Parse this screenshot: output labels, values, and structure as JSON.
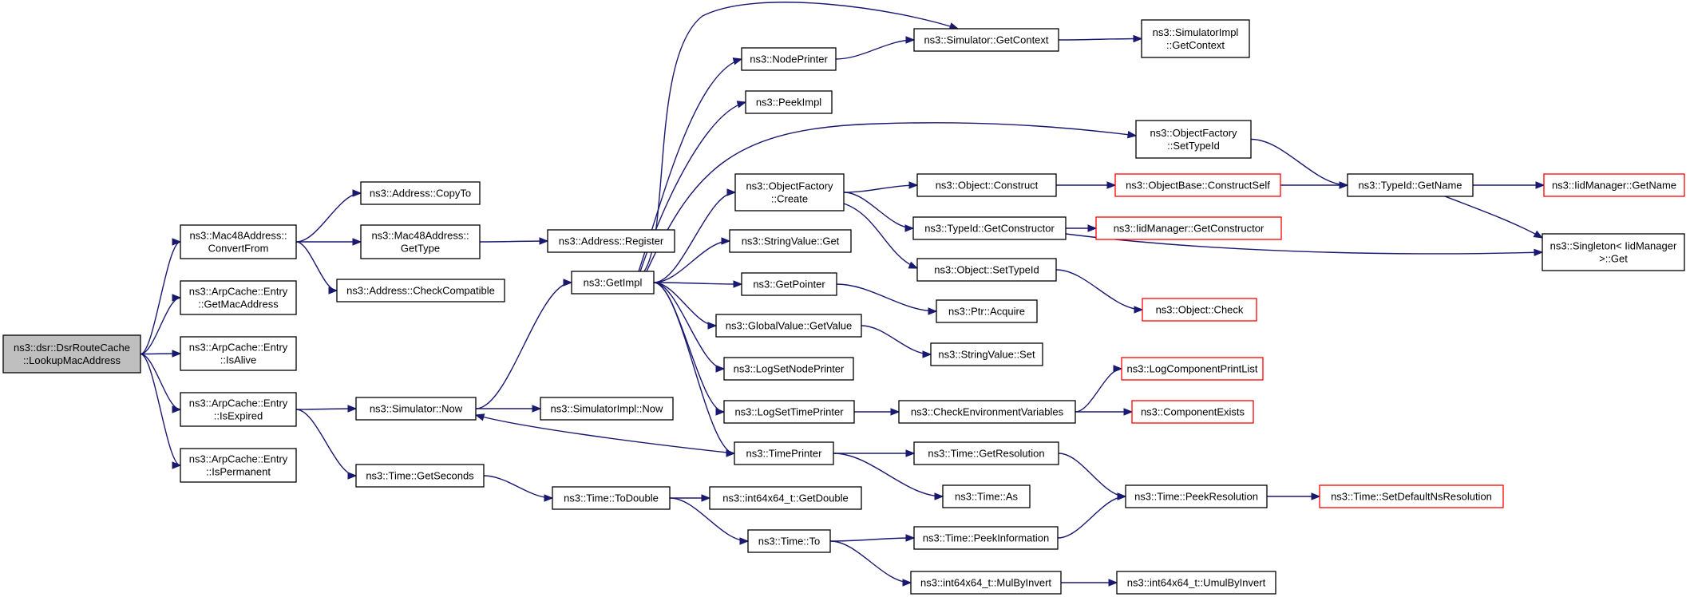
{
  "colors": {
    "edge": "#191970",
    "box_border": "#000000",
    "truncated_border": "#ff0000",
    "root_fill": "#bfbfbf",
    "fill": "#ffffff",
    "text": "#000000"
  },
  "nodes": [
    {
      "id": "root",
      "lines": [
        "ns3::dsr::DsrRouteCache",
        "::LookupMacAddress"
      ],
      "root": true
    },
    {
      "id": "mac48_convertfrom",
      "lines": [
        "ns3::Mac48Address::",
        "ConvertFrom"
      ]
    },
    {
      "id": "arp_getmac",
      "lines": [
        "ns3::ArpCache::Entry",
        "::GetMacAddress"
      ]
    },
    {
      "id": "arp_isalive",
      "lines": [
        "ns3::ArpCache::Entry",
        "::IsAlive"
      ]
    },
    {
      "id": "arp_isexpired",
      "lines": [
        "ns3::ArpCache::Entry",
        "::IsExpired"
      ]
    },
    {
      "id": "arp_ispermanent",
      "lines": [
        "ns3::ArpCache::Entry",
        "::IsPermanent"
      ]
    },
    {
      "id": "addr_copyto",
      "lines": [
        "ns3::Address::CopyTo"
      ]
    },
    {
      "id": "mac48_gettype",
      "lines": [
        "ns3::Mac48Address::",
        "GetType"
      ]
    },
    {
      "id": "addr_checkcompat",
      "lines": [
        "ns3::Address::CheckCompatible"
      ]
    },
    {
      "id": "addr_register",
      "lines": [
        "ns3::Address::Register"
      ]
    },
    {
      "id": "sim_now",
      "lines": [
        "ns3::Simulator::Now"
      ]
    },
    {
      "id": "simimpl_now",
      "lines": [
        "ns3::SimulatorImpl::Now"
      ]
    },
    {
      "id": "time_getseconds",
      "lines": [
        "ns3::Time::GetSeconds"
      ]
    },
    {
      "id": "time_todouble",
      "lines": [
        "ns3::Time::ToDouble"
      ]
    },
    {
      "id": "i64_getdouble",
      "lines": [
        "ns3::int64x64_t::GetDouble"
      ]
    },
    {
      "id": "time_to",
      "lines": [
        "ns3::Time::To"
      ]
    },
    {
      "id": "getimpl",
      "lines": [
        "ns3::GetImpl"
      ]
    },
    {
      "id": "nodeprinter",
      "lines": [
        "ns3::NodePrinter"
      ]
    },
    {
      "id": "peekimpl",
      "lines": [
        "ns3::PeekImpl"
      ]
    },
    {
      "id": "of_create",
      "lines": [
        "ns3::ObjectFactory",
        "::Create"
      ]
    },
    {
      "id": "stringvalue_get",
      "lines": [
        "ns3::StringValue::Get"
      ]
    },
    {
      "id": "getpointer",
      "lines": [
        "ns3::GetPointer"
      ]
    },
    {
      "id": "gv_getvalue",
      "lines": [
        "ns3::GlobalValue::GetValue"
      ]
    },
    {
      "id": "logsetnodeprinter",
      "lines": [
        "ns3::LogSetNodePrinter"
      ]
    },
    {
      "id": "logsettimeprinter",
      "lines": [
        "ns3::LogSetTimePrinter"
      ]
    },
    {
      "id": "timeprinter",
      "lines": [
        "ns3::TimePrinter"
      ]
    },
    {
      "id": "sim_getcontext",
      "lines": [
        "ns3::Simulator::GetContext"
      ]
    },
    {
      "id": "simimpl_getcontext",
      "lines": [
        "ns3::SimulatorImpl",
        "::GetContext"
      ]
    },
    {
      "id": "of_settypeid",
      "lines": [
        "ns3::ObjectFactory",
        "::SetTypeId"
      ]
    },
    {
      "id": "object_construct",
      "lines": [
        "ns3::Object::Construct"
      ]
    },
    {
      "id": "objectbase_constructself",
      "lines": [
        "ns3::ObjectBase::ConstructSelf"
      ],
      "truncated": true
    },
    {
      "id": "typeid_getname",
      "lines": [
        "ns3::TypeId::GetName"
      ]
    },
    {
      "id": "iidmanager_getname",
      "lines": [
        "ns3::IidManager::GetName"
      ],
      "truncated": true
    },
    {
      "id": "typeid_getconstructor",
      "lines": [
        "ns3::TypeId::GetConstructor"
      ]
    },
    {
      "id": "iidmanager_getconstructor",
      "lines": [
        "ns3::IidManager::GetConstructor"
      ],
      "truncated": true
    },
    {
      "id": "singleton_get",
      "lines": [
        "ns3::Singleton< IidManager",
        " >::Get"
      ]
    },
    {
      "id": "object_settypeid",
      "lines": [
        "ns3::Object::SetTypeId"
      ]
    },
    {
      "id": "object_check",
      "lines": [
        "ns3::Object::Check"
      ],
      "truncated": true
    },
    {
      "id": "ptr_acquire",
      "lines": [
        "ns3::Ptr::Acquire"
      ]
    },
    {
      "id": "stringvalue_set",
      "lines": [
        "ns3::StringValue::Set"
      ]
    },
    {
      "id": "checkenv",
      "lines": [
        "ns3::CheckEnvironmentVariables"
      ]
    },
    {
      "id": "logcomponentprintlist",
      "lines": [
        "ns3::LogComponentPrintList"
      ],
      "truncated": true
    },
    {
      "id": "componentexists",
      "lines": [
        "ns3::ComponentExists"
      ],
      "truncated": true
    },
    {
      "id": "time_getresolution",
      "lines": [
        "ns3::Time::GetResolution"
      ]
    },
    {
      "id": "time_as",
      "lines": [
        "ns3::Time::As"
      ]
    },
    {
      "id": "time_peekresolution",
      "lines": [
        "ns3::Time::PeekResolution"
      ]
    },
    {
      "id": "time_setdefaultnsresolution",
      "lines": [
        "ns3::Time::SetDefaultNsResolution"
      ],
      "truncated": true
    },
    {
      "id": "time_peekinformation",
      "lines": [
        "ns3::Time::PeekInformation"
      ]
    },
    {
      "id": "i64_mulbyinvert",
      "lines": [
        "ns3::int64x64_t::MulByInvert"
      ]
    },
    {
      "id": "i64_umulbyinvert",
      "lines": [
        "ns3::int64x64_t::UmulByInvert"
      ]
    }
  ],
  "edges": [
    [
      "root",
      "mac48_convertfrom"
    ],
    [
      "root",
      "arp_getmac"
    ],
    [
      "root",
      "arp_isalive"
    ],
    [
      "root",
      "arp_isexpired"
    ],
    [
      "root",
      "arp_ispermanent"
    ],
    [
      "mac48_convertfrom",
      "addr_copyto"
    ],
    [
      "mac48_convertfrom",
      "mac48_gettype"
    ],
    [
      "mac48_convertfrom",
      "addr_checkcompat"
    ],
    [
      "mac48_gettype",
      "addr_register"
    ],
    [
      "arp_isexpired",
      "sim_now"
    ],
    [
      "arp_isexpired",
      "time_getseconds"
    ],
    [
      "sim_now",
      "simimpl_now"
    ],
    [
      "sim_now",
      "getimpl"
    ],
    [
      "time_getseconds",
      "time_todouble"
    ],
    [
      "time_todouble",
      "i64_getdouble"
    ],
    [
      "time_todouble",
      "time_to"
    ],
    [
      "time_to",
      "time_peekinformation"
    ],
    [
      "time_to",
      "i64_mulbyinvert"
    ],
    [
      "i64_mulbyinvert",
      "i64_umulbyinvert"
    ],
    [
      "time_peekinformation",
      "time_peekresolution"
    ],
    [
      "time_peekresolution",
      "time_setdefaultnsresolution"
    ],
    [
      "getimpl",
      "sim_getcontext"
    ],
    [
      "getimpl",
      "nodeprinter"
    ],
    [
      "getimpl",
      "peekimpl"
    ],
    [
      "getimpl",
      "of_settypeid"
    ],
    [
      "getimpl",
      "of_create"
    ],
    [
      "getimpl",
      "stringvalue_get"
    ],
    [
      "getimpl",
      "getpointer"
    ],
    [
      "getimpl",
      "gv_getvalue"
    ],
    [
      "getimpl",
      "logsetnodeprinter"
    ],
    [
      "getimpl",
      "logsettimeprinter"
    ],
    [
      "getimpl",
      "timeprinter"
    ],
    [
      "nodeprinter",
      "sim_getcontext"
    ],
    [
      "sim_getcontext",
      "simimpl_getcontext"
    ],
    [
      "of_settypeid",
      "typeid_getname"
    ],
    [
      "of_create",
      "object_construct"
    ],
    [
      "of_create",
      "typeid_getconstructor"
    ],
    [
      "of_create",
      "object_settypeid"
    ],
    [
      "object_construct",
      "objectbase_constructself"
    ],
    [
      "objectbase_constructself",
      "typeid_getname"
    ],
    [
      "typeid_getname",
      "iidmanager_getname"
    ],
    [
      "typeid_getname",
      "singleton_get"
    ],
    [
      "typeid_getconstructor",
      "iidmanager_getconstructor"
    ],
    [
      "typeid_getconstructor",
      "singleton_get"
    ],
    [
      "object_settypeid",
      "object_check"
    ],
    [
      "getpointer",
      "ptr_acquire"
    ],
    [
      "gv_getvalue",
      "stringvalue_set"
    ],
    [
      "logsettimeprinter",
      "checkenv"
    ],
    [
      "checkenv",
      "logcomponentprintlist"
    ],
    [
      "checkenv",
      "componentexists"
    ],
    [
      "timeprinter",
      "sim_now"
    ],
    [
      "timeprinter",
      "time_getresolution"
    ],
    [
      "timeprinter",
      "time_as"
    ],
    [
      "time_getresolution",
      "time_peekresolution"
    ]
  ]
}
